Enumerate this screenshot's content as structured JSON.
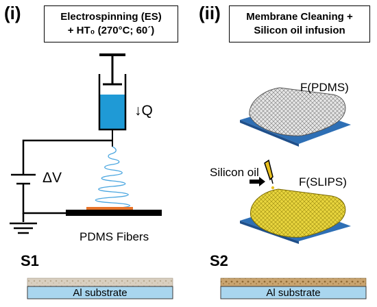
{
  "panel_left": {
    "label": "(i)",
    "title_line1": "Electrospinning (ES)",
    "title_line2": "+ HT₀ (270°C; 60´)",
    "flow_label": "↓Q",
    "voltage_label": "ΔV",
    "fibers_label": "PDMS Fibers",
    "step": "S1",
    "substrate_label": "Al substrate"
  },
  "panel_right": {
    "label": "(ii)",
    "title_line1": "Membrane Cleaning +",
    "title_line2": "Silicon oil infusion",
    "top_sample_label": "F(PDMS)",
    "oil_label": "Silicon oil",
    "bottom_sample_label": "F(SLIPS)",
    "step": "S2",
    "substrate_label": "Al substrate"
  },
  "colors": {
    "syringe_fluid": "#1f9ad6",
    "jet": "#4aa6e0",
    "collector_deposit": "#e8742a",
    "substrate": "#a9d6ef",
    "plate": "#2e6fb5",
    "pdms_mesh": "#d8d8d8",
    "slips_mesh": "#e7d43a"
  }
}
